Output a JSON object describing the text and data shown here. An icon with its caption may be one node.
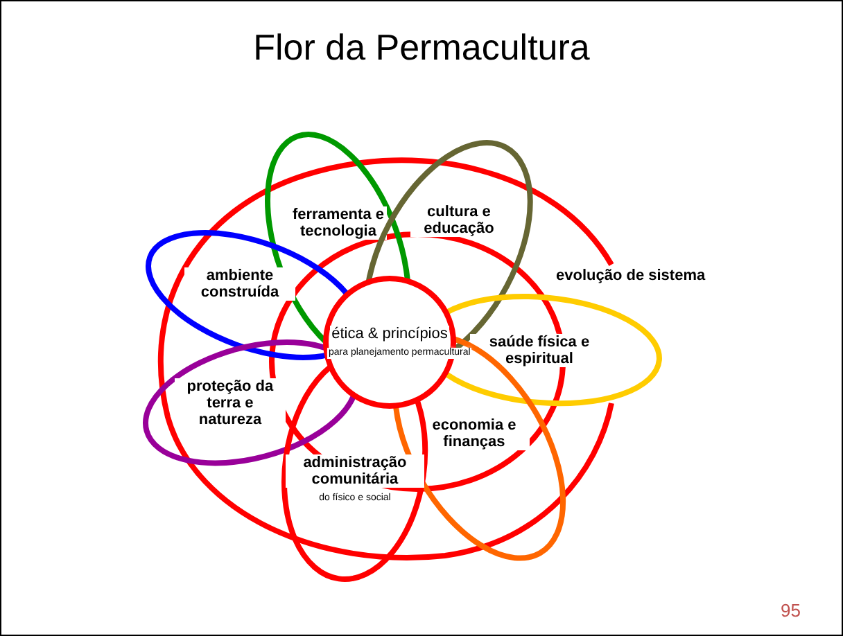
{
  "diagram": {
    "title": "Flor da Permacultura",
    "nodes": [
      {
        "text": [
          "ética & princípios",
          "para planejamento permacultural"
        ]
      },
      {
        "text": [
          "ferramenta e tecnologia"
        ]
      },
      {
        "text": [
          "cultura e educação"
        ]
      },
      {
        "text": [
          "ambiente construída"
        ]
      },
      {
        "text": [
          "saúde física e espiritual"
        ]
      },
      {
        "text": [
          "proteção da terra e natureza"
        ]
      },
      {
        "text": [
          "economia e finanças"
        ]
      },
      {
        "text": [
          "administração comunitária",
          "do físico e social"
        ]
      }
    ],
    "labels": [
      "evolução de sistema",
      "95"
    ]
  }
}
